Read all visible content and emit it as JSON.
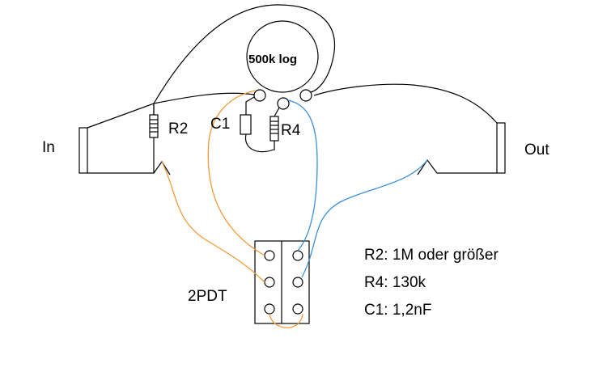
{
  "labels": {
    "input": "In",
    "output": "Out",
    "pot": "500k log",
    "r2": "R2",
    "r4": "R4",
    "c1": "C1",
    "switch": "2PDT"
  },
  "legend": [
    "R2: 1M oder größer",
    "R4: 130k",
    "C1: 1,2nF"
  ],
  "colors": {
    "wire": "#000000",
    "orange_wire": "#f29a3a",
    "blue_wire": "#3a8fd8"
  }
}
